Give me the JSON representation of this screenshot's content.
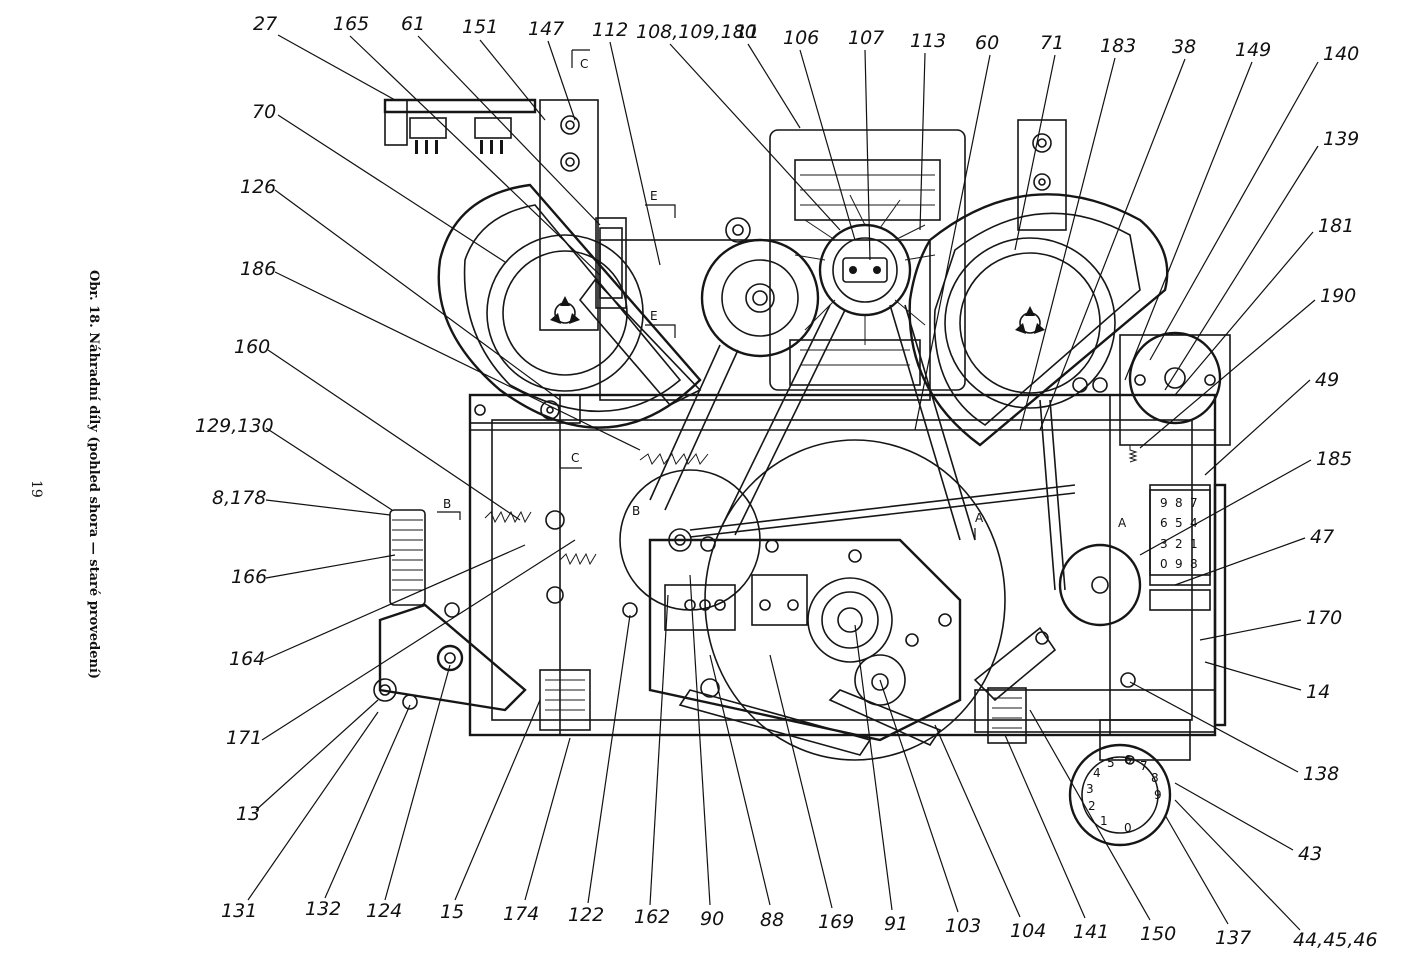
{
  "caption": "Obr. 18. Náhradní díly (pohled shora — staré provedení)",
  "page_number": "19",
  "section_markers": [
    "C",
    "E",
    "E",
    "C",
    "B",
    "B",
    "A",
    "A"
  ],
  "counter_digits": [
    "9",
    "8",
    "7",
    "6",
    "5",
    "4",
    "3",
    "2",
    "1",
    "0",
    "9",
    "8"
  ],
  "dial_digits": [
    "0",
    "1",
    "2",
    "3",
    "4",
    "5",
    "6",
    "7",
    "8",
    "9"
  ],
  "callouts": {
    "top": [
      "27",
      "165",
      "61",
      "151",
      "147",
      "112",
      "108,109,180",
      "11",
      "106",
      "107",
      "113",
      "60",
      "71",
      "183",
      "38",
      "149",
      "140"
    ],
    "left": [
      "70",
      "126",
      "186",
      "160",
      "129,130",
      "8,178",
      "166",
      "164",
      "171",
      "13"
    ],
    "right": [
      "139",
      "181",
      "190",
      "49",
      "185",
      "47",
      "170",
      "14",
      "138",
      "43",
      "44,45,46"
    ],
    "bottom": [
      "131",
      "132",
      "124",
      "15",
      "174",
      "122",
      "162",
      "90",
      "88",
      "169",
      "91",
      "103",
      "104",
      "141",
      "150",
      "137"
    ]
  }
}
